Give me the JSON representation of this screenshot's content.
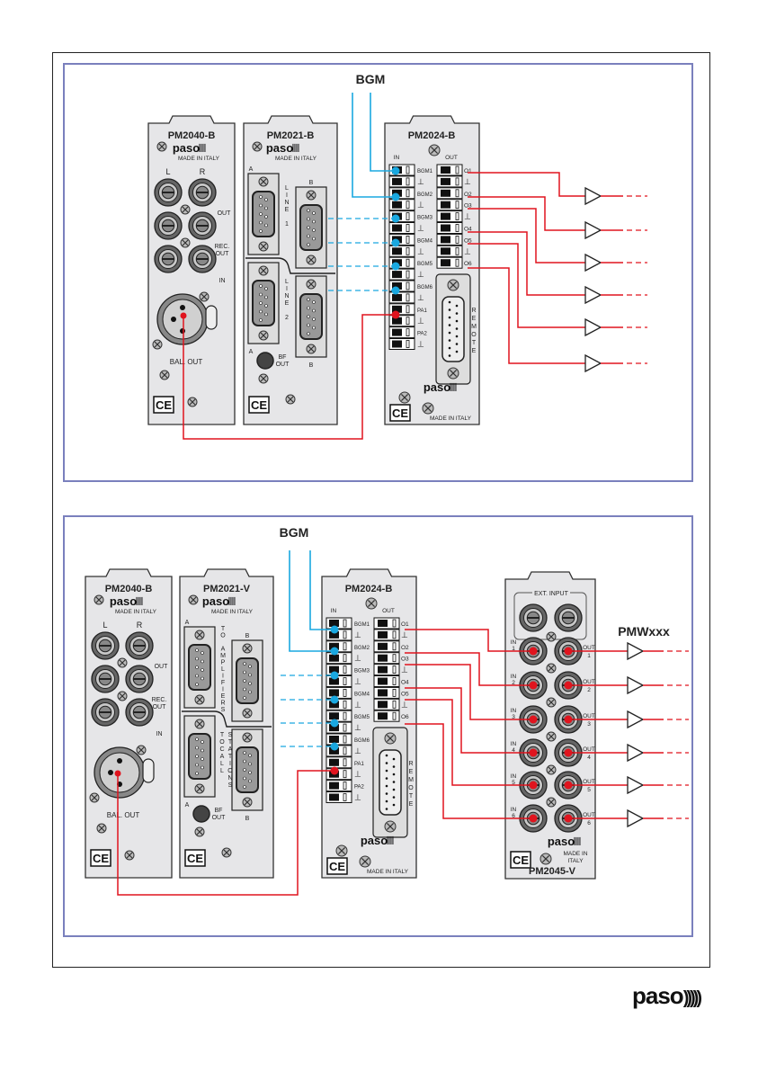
{
  "colors": {
    "outer_frame": "#222222",
    "panel_frame": "#7a80bd",
    "module_fill": "#e6e6e8",
    "module_stroke": "#333333",
    "bgm_wire": "#1aa8e0",
    "pa_wire": "#e0141e",
    "terminal_black": "#111111",
    "jack_ring": "#888888"
  },
  "brand": {
    "logo_text": "paso"
  },
  "diagrams": [
    {
      "id": "top",
      "bgm_label": "BGM",
      "modules": [
        {
          "model": "PM2040-B",
          "brand": "paso",
          "made_in": "MADE IN ITALY",
          "labels": {
            "left": "L",
            "right": "R",
            "out": "OUT",
            "rec_out": "REC.\nOUT",
            "in": "IN",
            "bal_out": "BAL. OUT"
          },
          "ce": "CE"
        },
        {
          "model": "PM2021-B",
          "brand": "paso",
          "made_in": "MADE IN ITALY",
          "connector_labels": {
            "a": "A",
            "b": "B",
            "line1": "LINE 1",
            "line2": "LINE 2",
            "bf_out": "BF\nOUT"
          },
          "ce": "CE"
        },
        {
          "model": "PM2024-B",
          "in_label": "IN",
          "out_label": "OUT",
          "in_terminals": [
            "BGM1",
            "⊥",
            "BGM2",
            "⊥",
            "BGM3",
            "⊥",
            "BGM4",
            "⊥",
            "BGM5",
            "⊥",
            "BGM6",
            "⊥",
            "PA1",
            "⊥",
            "PA2",
            "⊥"
          ],
          "out_terminals": [
            "O1",
            "⊥",
            "O2",
            "O3",
            "⊥",
            "O4",
            "O5",
            "⊥",
            "O6"
          ],
          "remote_label": "REMOTE",
          "brand": "paso",
          "made_in": "MADE IN ITALY",
          "ce": "CE"
        }
      ],
      "amplifiers_count": 6
    },
    {
      "id": "bottom",
      "bgm_label": "BGM",
      "amp_label": "PMWxxx",
      "modules": [
        {
          "model": "PM2040-B",
          "brand": "paso",
          "made_in": "MADE IN ITALY",
          "labels": {
            "left": "L",
            "right": "R",
            "out": "OUT",
            "rec_out": "REC.\nOUT",
            "in": "IN",
            "bal_out": "BAL. OUT"
          },
          "ce": "CE"
        },
        {
          "model": "PM2021-V",
          "brand": "paso",
          "made_in": "MADE IN ITALY",
          "connector_labels": {
            "a": "A",
            "b": "B",
            "to_amplifiers": "TO AMPLIFIERS",
            "to_call_stations": "TO CALL STATIONS",
            "bf_out": "BF\nOUT"
          },
          "ce": "CE"
        },
        {
          "model": "PM2024-B",
          "in_label": "IN",
          "out_label": "OUT",
          "in_terminals": [
            "BGM1",
            "⊥",
            "BGM2",
            "⊥",
            "BGM3",
            "⊥",
            "BGM4",
            "⊥",
            "BGM5",
            "⊥",
            "BGM6",
            "⊥",
            "PA1",
            "⊥",
            "PA2",
            "⊥"
          ],
          "out_terminals": [
            "O1",
            "⊥",
            "O2",
            "O3",
            "⊥",
            "O4",
            "O5",
            "⊥",
            "O6"
          ],
          "remote_label": "REMOTE",
          "brand": "paso",
          "made_in": "MADE IN ITALY",
          "ce": "CE"
        },
        {
          "model": "PM2045-V",
          "ext_input_label": "EXT. INPUT",
          "channels": [
            {
              "in": "IN\n1",
              "out": "OUT\n1"
            },
            {
              "in": "IN\n2",
              "out": "OUT\n2"
            },
            {
              "in": "IN\n3",
              "out": "OUT\n3"
            },
            {
              "in": "IN\n4",
              "out": "OUT\n4"
            },
            {
              "in": "IN\n5",
              "out": "OUT\n5"
            },
            {
              "in": "IN\n6",
              "out": "OUT\n6"
            }
          ],
          "brand": "paso",
          "made_in": "MADE IN\nITALY",
          "ce": "CE"
        }
      ],
      "amplifiers_count": 6
    }
  ]
}
